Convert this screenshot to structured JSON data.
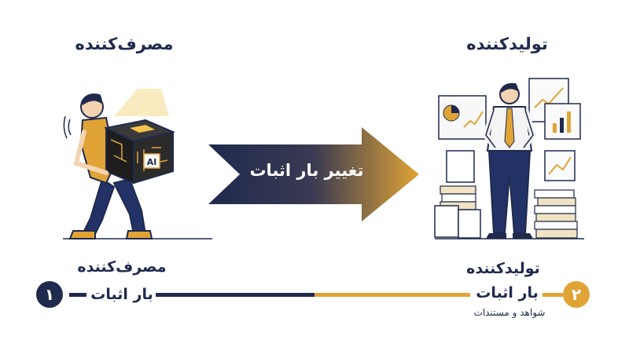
{
  "consumer": {
    "title": "مصرف‌کننده",
    "label": "مصرف‌کننده",
    "sublabel": "بار اثبات",
    "step": "۱",
    "chip_text": "AI",
    "color": "#1f2a4d"
  },
  "producer": {
    "title": "تولیدکننده",
    "label": "تولیدکننده",
    "sublabel": "بار اثبات",
    "note": "شواهد و مستندات",
    "step": "۲",
    "color": "#e0a436"
  },
  "arrow": {
    "label": "تغییر بار اثبات"
  }
}
